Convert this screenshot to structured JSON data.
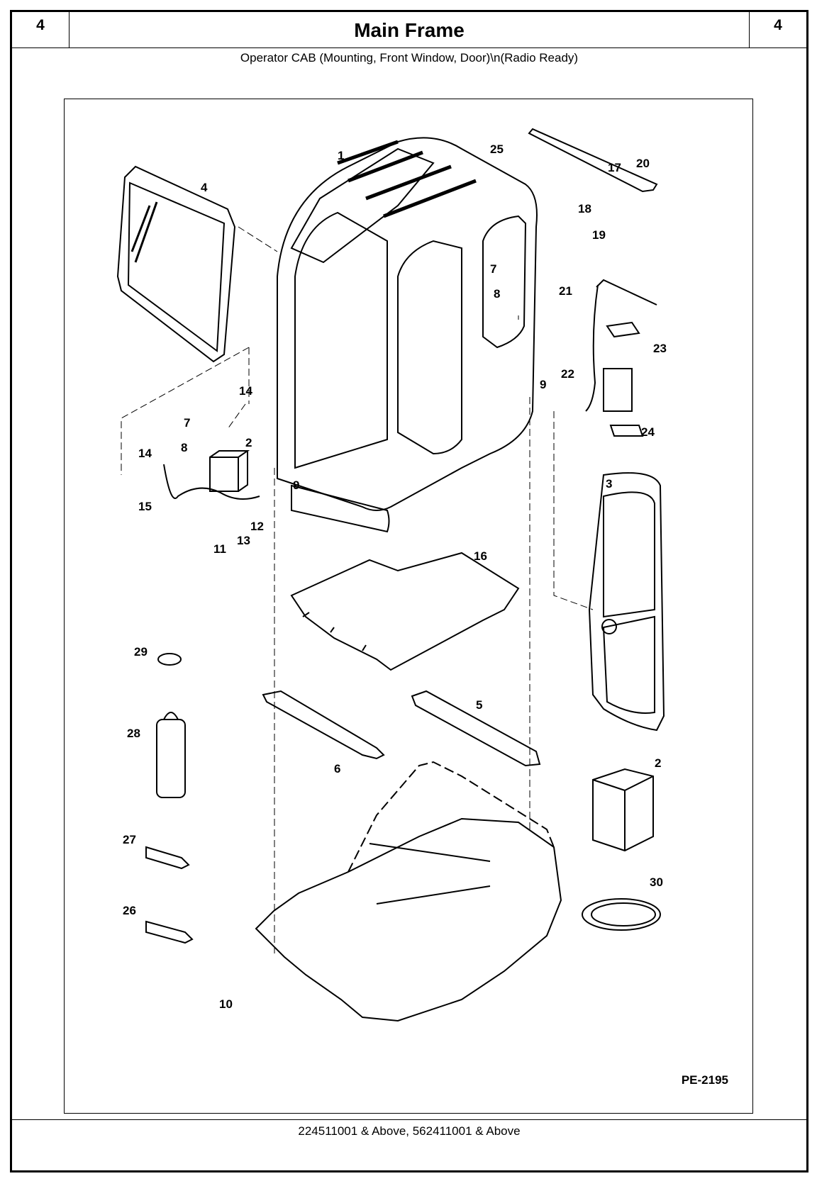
{
  "header": {
    "section_left": "4",
    "title": "Main Frame",
    "section_right": "4"
  },
  "subtitle": "Operator CAB (Mounting, Front Window, Door)\\n(Radio Ready)",
  "drawing": {
    "drawing_id": "PE-2195",
    "callouts": [
      "1",
      "2",
      "2",
      "3",
      "4",
      "5",
      "6",
      "7",
      "7",
      "8",
      "8",
      "9",
      "9",
      "10",
      "11",
      "12",
      "13",
      "14",
      "14",
      "15",
      "16",
      "17",
      "18",
      "19",
      "20",
      "21",
      "22",
      "23",
      "24",
      "25",
      "26",
      "27",
      "28",
      "29",
      "30"
    ]
  },
  "footer": {
    "serial_range": "224511001 & Above, 562411001 & Above"
  }
}
